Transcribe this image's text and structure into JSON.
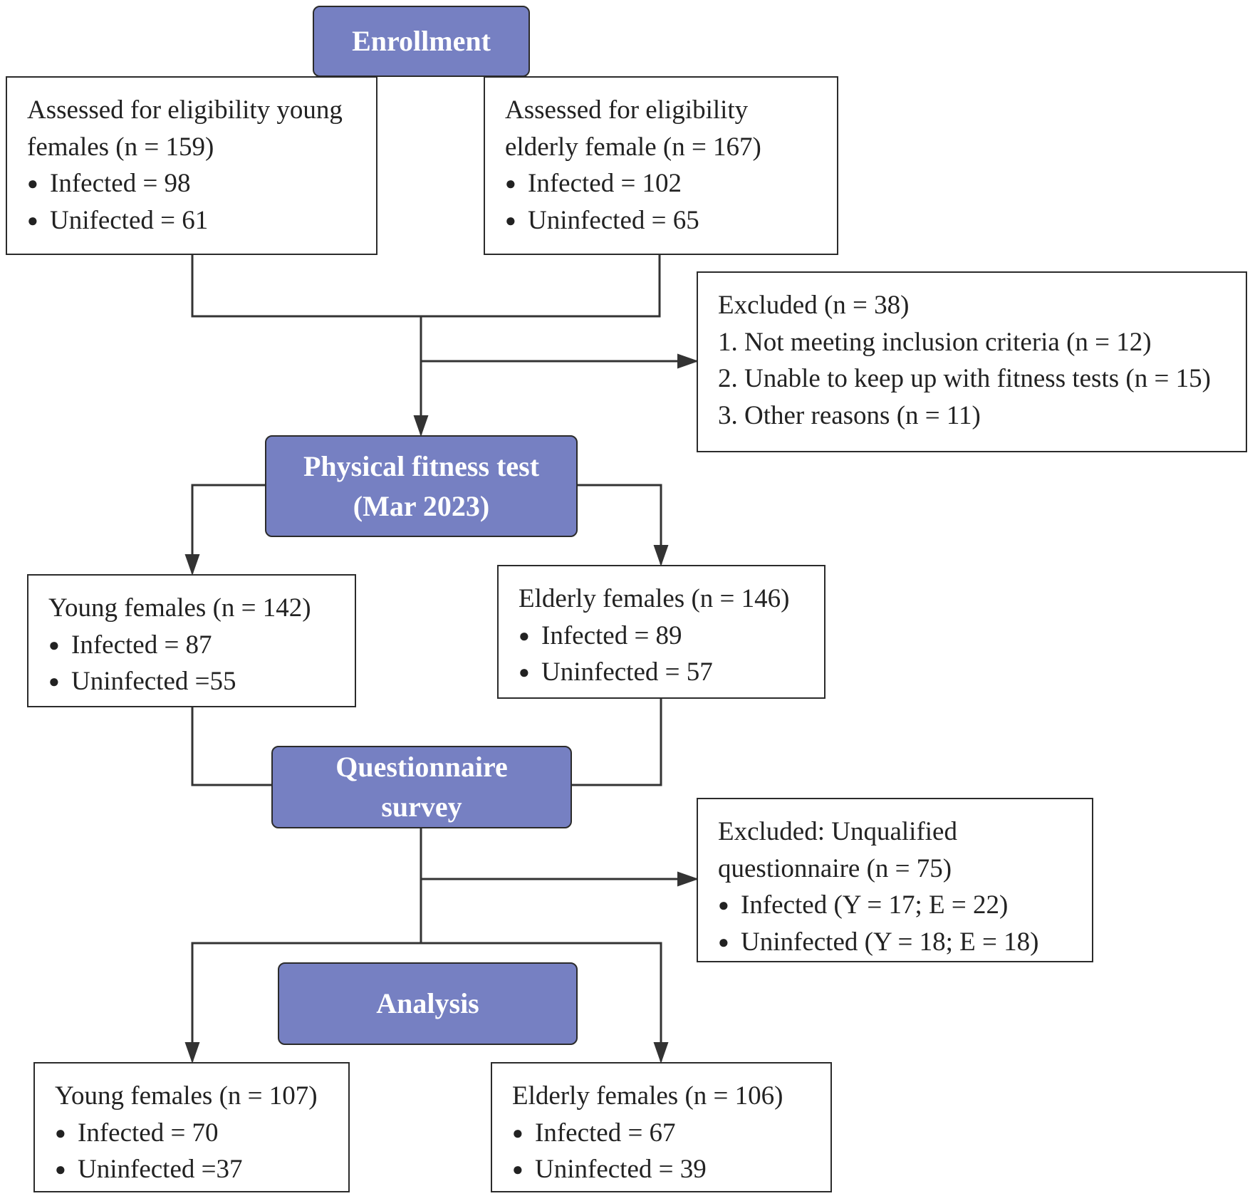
{
  "stages": {
    "enrollment": "Enrollment",
    "fitness_test_line1": "Physical fitness test",
    "fitness_test_line2": "(Mar 2023)",
    "questionnaire_line1": "Questionnaire",
    "questionnaire_line2": "survey",
    "analysis": "Analysis"
  },
  "eligible_young": {
    "line1": "Assessed for eligibility young",
    "line2": "females (n = 159)",
    "infected": "Infected = 98",
    "uninfected": "Unifected = 61"
  },
  "eligible_elderly": {
    "line1": "Assessed for eligibility",
    "line2": "elderly female (n = 167)",
    "infected": "Infected = 102",
    "uninfected": "Uninfected = 65"
  },
  "excluded_1": {
    "title": "Excluded (n = 38)",
    "items": [
      "1. Not meeting inclusion criteria (n = 12)",
      "2. Unable to keep up with fitness tests (n = 15)",
      "3. Other reasons (n = 11)"
    ]
  },
  "fitness_young": {
    "title": "Young females (n = 142)",
    "infected": "Infected = 87",
    "uninfected": "Uninfected =55"
  },
  "fitness_elderly": {
    "title": "Elderly females (n = 146)",
    "infected": "Infected = 89",
    "uninfected": "Uninfected = 57"
  },
  "excluded_2": {
    "line1": "Excluded: Unqualified",
    "line2": "questionnaire (n = 75)",
    "infected": "Infected (Y = 17; E = 22)",
    "uninfected": "Uninfected (Y = 18; E = 18)"
  },
  "analysis_young": {
    "title": "Young females (n = 107)",
    "infected": "Infected = 70",
    "uninfected": "Uninfected =37"
  },
  "analysis_elderly": {
    "title": "Elderly females (n = 106)",
    "infected": "Infected = 67",
    "uninfected": "Uninfected = 39"
  }
}
